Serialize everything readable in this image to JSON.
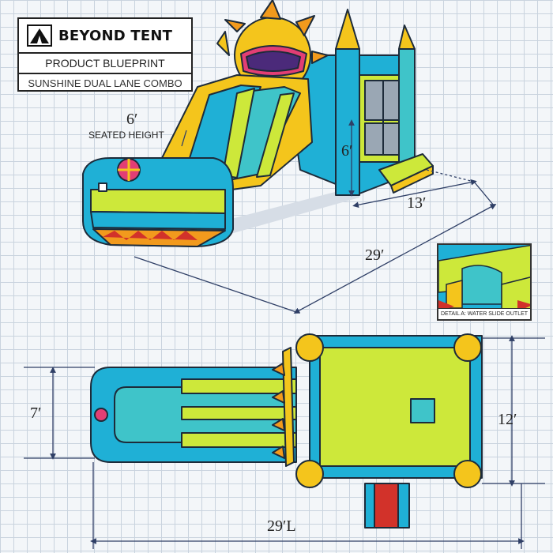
{
  "brand": {
    "name": "BEYOND TENT",
    "subtitle": "PRODUCT BLUEPRINT",
    "model": "SUNSHINE DUAL LANE COMBO"
  },
  "dimensions": {
    "seated_height_value": "6′",
    "seated_height_label": "SEATED HEIGHT",
    "wall_height": "6′",
    "width": "13′",
    "length_perspective": "29′",
    "plan_left_width": "7′",
    "plan_right_width": "12′",
    "plan_length": "29′L"
  },
  "detail": {
    "caption": "DETAIL A: WATER SLIDE OUTLET"
  },
  "colors": {
    "blue": "#1fb0d6",
    "teal": "#3fc4c9",
    "lime": "#cde83a",
    "yellow": "#f4c51c",
    "orange": "#f29a1d",
    "red": "#d2322a",
    "outline": "#1d2b3a",
    "dim_line": "#2f3f66"
  }
}
